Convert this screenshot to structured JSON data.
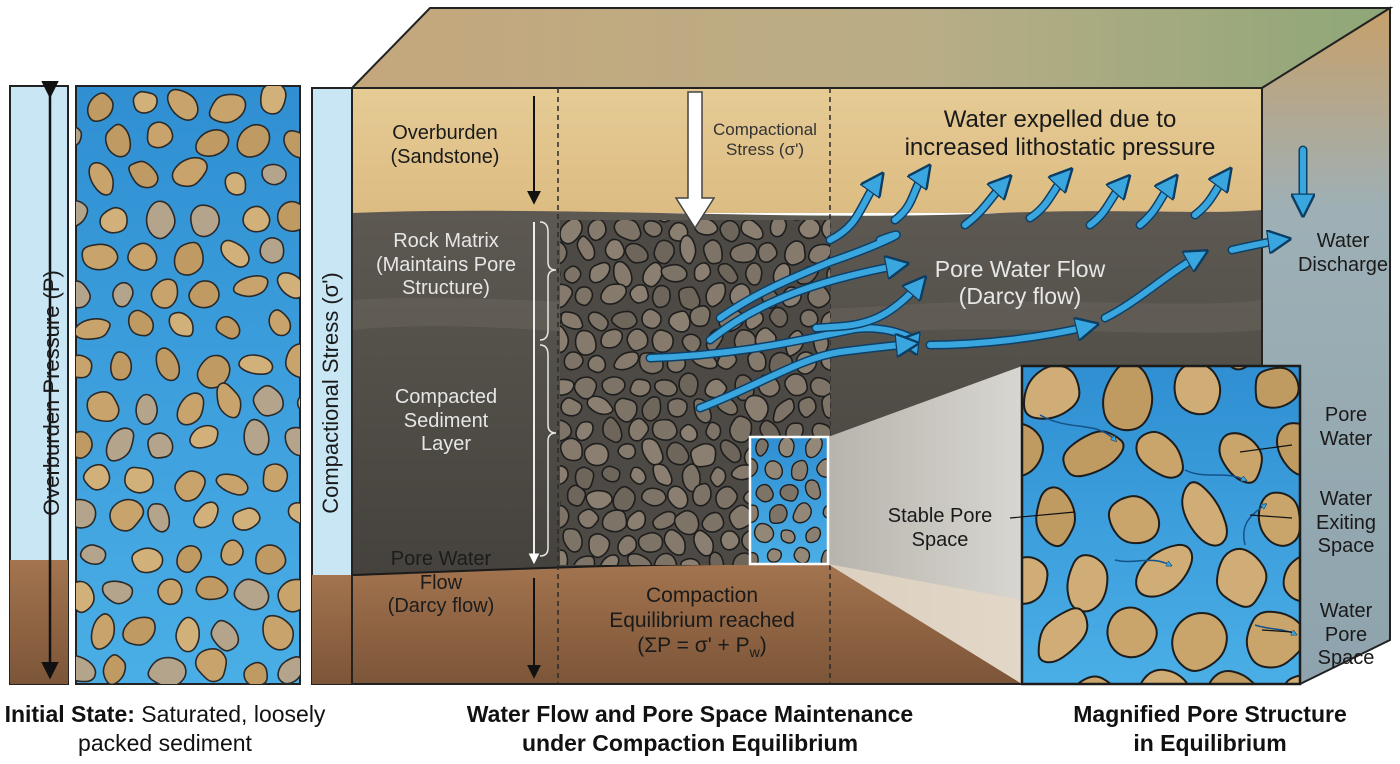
{
  "left_column": {
    "axis_label": "Overburden Pressure (P)",
    "caption_bold": "Initial State:",
    "caption_rest": " Saturated, loosely packed sediment"
  },
  "main_block": {
    "axis_label": "Compactional Stress (σ')",
    "overburden_label": "Overburden\n(Sandstone)",
    "compactional_stress_label": "Compactional\nStress (σ')",
    "rock_matrix_label": "Rock Matrix\n(Maintains Pore\nStructure)",
    "compacted_layer_label": "Compacted\nSediment\nLayer",
    "pore_water_flow_left": "Pore Water\nFlow\n(Darcy flow)",
    "equilibrium_line1": "Compaction",
    "equilibrium_line2": "Equilibrium reached",
    "equilibrium_formula": "(ΣP = σ' + P",
    "equilibrium_subscript": "w",
    "equilibrium_close": ")",
    "water_expelled_label": "Water expelled due to\nincreased lithostatic pressure",
    "pore_water_flow_right": "Pore Water Flow\n(Darcy flow)",
    "water_discharge_label": "Water\nDischarge",
    "stable_pore_label": "Stable Pore\nSpace",
    "caption": "Water Flow and Pore Space Maintenance\nunder Compaction Equilibrium"
  },
  "magnified": {
    "pore_water": "Pore\nWater",
    "water_exiting": "Water\nExiting\nSpace",
    "water_pore_space": "Water\nPore\nSpace",
    "caption": "Magnified Pore Structure\nin Equilibrium"
  },
  "colors": {
    "water": "#3a9fdc",
    "grain": "#c8a46c",
    "sandstone": "#e3c68f",
    "compacted_dark": "#504d47",
    "soil": "#8f6446",
    "arrow_blue": "#3aa6df"
  }
}
